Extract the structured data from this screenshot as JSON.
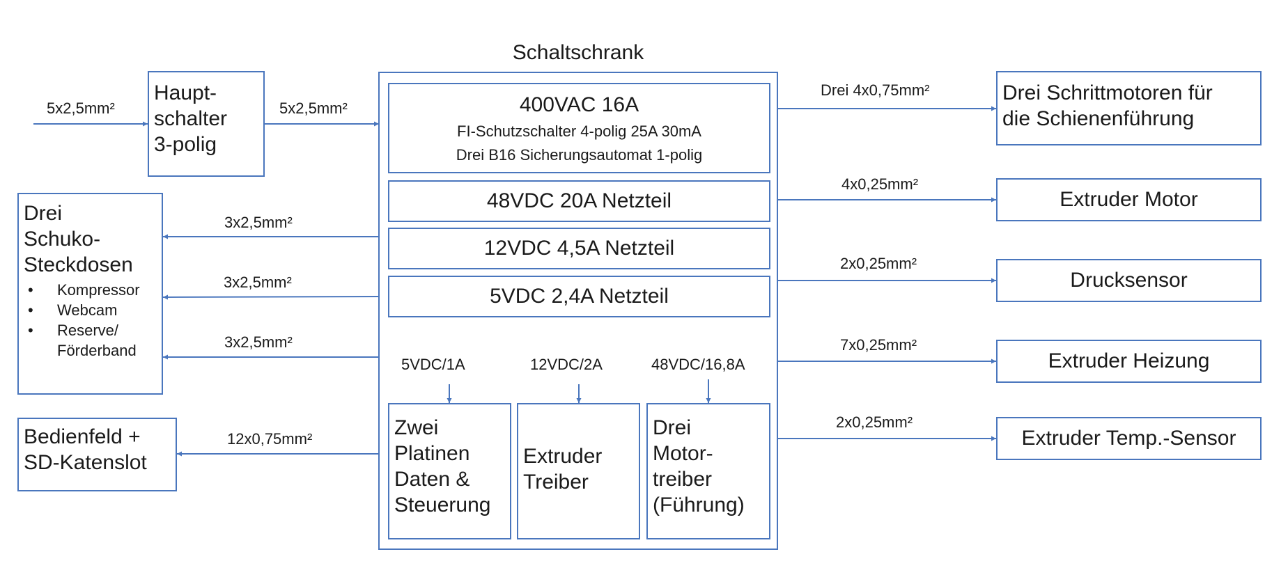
{
  "colors": {
    "line": "#4a76bd",
    "text": "#1a1a1a",
    "background": "#ffffff"
  },
  "cabinet": {
    "title": "Schaltschrank",
    "breaker": {
      "heading": "400VAC 16A",
      "line1": "FI-Schutzschalter 4-polig 25A 30mA",
      "line2": "Drei B16 Sicherungsautomat 1-polig"
    },
    "psu48": "48VDC 20A Netzteil",
    "psu12": "12VDC 4,5A Netzteil",
    "psu5": "5VDC 2,4A Netzteil",
    "feeds": {
      "f5": "5VDC/1A",
      "f12": "12VDC/2A",
      "f48": "48VDC/16,8A"
    },
    "boards": {
      "l1": "Zwei",
      "l2": "Platinen",
      "l3": "Daten &",
      "l4": "Steuerung"
    },
    "extruder_driver": {
      "l1": "Extruder",
      "l2": "Treiber"
    },
    "motor_drivers": {
      "l1": "Drei",
      "l2": "Motor-",
      "l3": "treiber",
      "l4": "(Führung)"
    }
  },
  "main_switch": {
    "l1": "Haupt-",
    "l2": "schalter",
    "l3": "3-polig"
  },
  "sockets": {
    "l1": "Drei",
    "l2": "Schuko-",
    "l3": "Steckdosen",
    "bullet": "•",
    "items": [
      "Kompressor",
      "Webcam",
      "Reserve/"
    ],
    "item_cont": "Förderband"
  },
  "panel": {
    "l1": "Bedienfeld +",
    "l2": "SD-Katenslot"
  },
  "outputs": {
    "steppers": {
      "l1": "Drei Schrittmotoren für",
      "l2": "die Schienenführung"
    },
    "extruder_motor": "Extruder Motor",
    "pressure_sensor": "Drucksensor",
    "heater": "Extruder Heizung",
    "temp_sensor": "Extruder Temp.-Sensor"
  },
  "cables": {
    "in_main": "5x2,5mm²",
    "main_cabinet": "5x2,5mm²",
    "socket1": "3x2,5mm²",
    "socket2": "3x2,5mm²",
    "socket3": "3x2,5mm²",
    "panel": "12x0,75mm²",
    "steppers": "Drei 4x0,75mm²",
    "extruder_motor": "4x0,25mm²",
    "pressure_sensor": "2x0,25mm²",
    "heater": "7x0,25mm²",
    "temp_sensor": "2x0,25mm²"
  }
}
